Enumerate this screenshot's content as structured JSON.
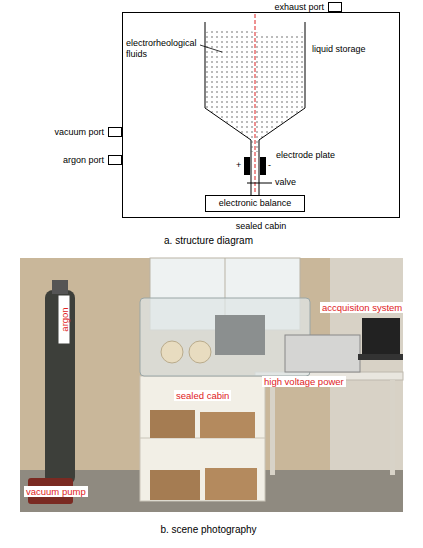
{
  "diagram": {
    "nodes": [
      {
        "text": [
          "sealed cabin"
        ]
      },
      {
        "text": [
          "exhaust port"
        ]
      },
      {
        "text": [
          "vacuum port"
        ]
      },
      {
        "text": [
          "argon port"
        ]
      },
      {
        "text": [
          "electronic balance"
        ],
        "in": 0
      }
    ],
    "labels": [
      "electrorheological fluids",
      "liquid storage",
      "+",
      "-",
      "electrode plate",
      "valve",
      "a. structure diagram",
      "argon",
      "accquisiton system",
      "high voltage power",
      "sealed cabin",
      "vacuum pump",
      "b. scene photography"
    ]
  }
}
